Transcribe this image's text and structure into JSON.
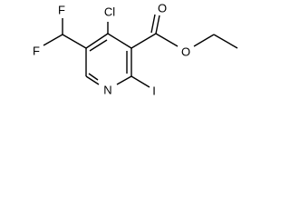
{
  "molecule": {
    "atoms": {
      "cl": "Cl",
      "f_top": "F",
      "f_left": "F",
      "o_carbonyl": "O",
      "o_ester": "O",
      "n_ring": "N",
      "i_iodo": "I"
    }
  }
}
